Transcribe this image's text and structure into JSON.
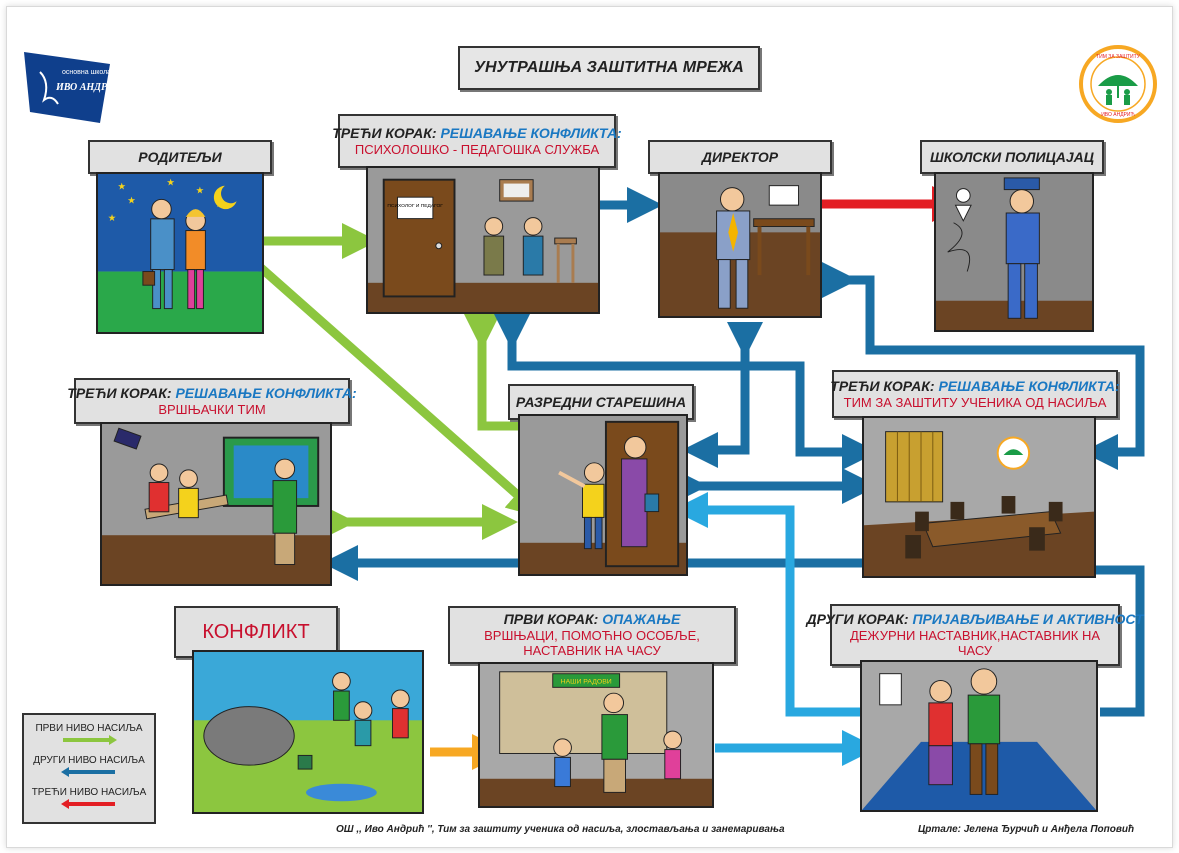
{
  "title": "УНУТРАШЊА ЗАШТИТНА МРЕЖА",
  "logo_left_text": "ИВО АНДРИЋ",
  "logo_right_text": "ТИМ ЗА ЗАШТИТУ УЧЕНИКА ОД НАСИЉА",
  "nodes": {
    "roditelji": {
      "title": "РОДИТЕЉИ"
    },
    "psiholog": {
      "step": "ТРЕЋИ КОРАК:",
      "step_name": "РЕШАВАЊЕ КОНФЛИКТА:",
      "subtitle": "ПСИХОЛОШКО - ПЕДАГОШКА СЛУЖБА"
    },
    "direktor": {
      "title": "ДИРЕКТОР"
    },
    "policajac": {
      "title": "ШКОЛСКИ ПОЛИЦАЈАЦ"
    },
    "vrsnjacki": {
      "step": "ТРЕЋИ КОРАК:",
      "step_name": "РЕШАВАЊЕ КОНФЛИКТА:",
      "subtitle": "ВРШЊАЧКИ ТИМ"
    },
    "staresina": {
      "title": "РАЗРЕДНИ СТАРЕШИНА"
    },
    "tim": {
      "step": "ТРЕЋИ КОРАК:",
      "step_name": "РЕШАВАЊЕ КОНФЛИКТА:",
      "subtitle": "ТИМ ЗА ЗАШТИТУ УЧЕНИКА ОД НАСИЉА"
    },
    "konflikt": {
      "title": "КОНФЛИКТ"
    },
    "prvi": {
      "step": "ПРВИ КОРАК:",
      "step_name": "ОПАЖАЊЕ",
      "subtitle": "ВРШЊАЦИ, ПОМОЋНО ОСОБЉЕ, НАСТАВНИК НА ЧАСУ"
    },
    "drugi": {
      "step": "ДРУГИ КОРАК:",
      "step_name": "ПРИЈАВЉИВАЊЕ И АКТИВНОСТ",
      "subtitle": "ДЕЖУРНИ НАСТАВНИК,НАСТАВНИК НА ЧАСУ"
    }
  },
  "scene_text": {
    "door_sign": "ПСИХОЛОГ И ПЕДАГОГ",
    "board_sign": "НАШИ РАДОВИ"
  },
  "legend": [
    {
      "label": "ПРВИ НИВО НАСИЉА",
      "color": "#8cc63f"
    },
    {
      "label": "ДРУГИ НИВО НАСИЉА",
      "color": "#1b6fa3"
    },
    {
      "label": "ТРЕЋИ НИВО НАСИЉА",
      "color": "#e31e24"
    }
  ],
  "footer_left": "ОШ ,, Иво Андрић '', Тим за заштиту ученика од насиља, злостављања и занемаривања",
  "footer_right": "Цртале: Јелена Ђурчић и Анђела Поповић",
  "colors": {
    "green": "#8cc63f",
    "dark_blue": "#1b6fa3",
    "light_blue": "#29a8e0",
    "red": "#e31e24",
    "orange": "#f7a823"
  }
}
